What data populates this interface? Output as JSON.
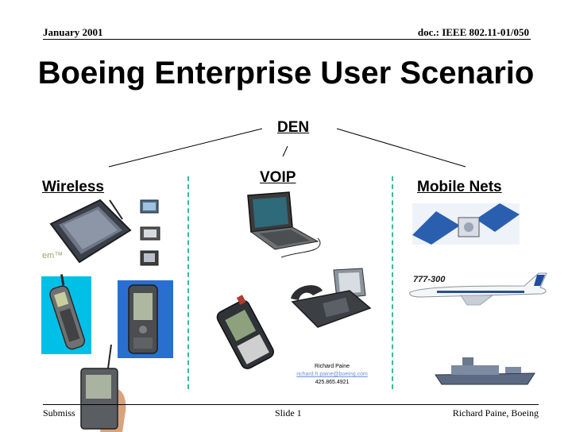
{
  "header": {
    "date": "January 2001",
    "doc_id": "doc.: IEEE 802.11-01/050"
  },
  "slide": {
    "title": "Boeing Enterprise User Scenario"
  },
  "diagram": {
    "root": "DEN",
    "branches": [
      "Wireless",
      "VOIP",
      "Mobile Nets"
    ],
    "wireless_overlay_text": "em™",
    "airplane_text": "777-300"
  },
  "contact": {
    "name": "Richard Paine",
    "email": "richard.h.paine@boeing.com",
    "phone": "425.865.4921"
  },
  "footer": {
    "left": "Submiss",
    "center": "Slide 1",
    "right": "Richard Paine, Boeing"
  },
  "colors": {
    "divider_dashes": "#3cb89a",
    "email_link": "#6f8fd8"
  },
  "images": [
    "pen-tablet-computer",
    "small-tablet-devices",
    "mobile-phone",
    "pda-handheld",
    "laptop-computer",
    "ip-desk-phone",
    "smartphone-device",
    "handheld-pda-in-hand",
    "satellite",
    "boeing-777-airplane",
    "naval-ship"
  ]
}
